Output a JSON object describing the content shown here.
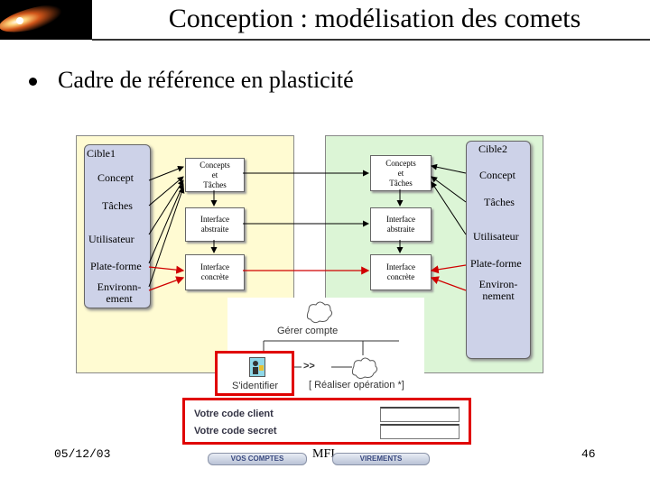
{
  "slide": {
    "title": "Conception : modélisation des comets",
    "bullet": "Cadre de référence en plasticité"
  },
  "left": {
    "heading": "Cible1",
    "items": [
      "Concept",
      "Tâches",
      "Utilisateur",
      "Plate-forme",
      "Environn-\nement"
    ],
    "boxes": [
      "Concepts\net\nTâches",
      "Interface\nabstraite",
      "Interface\nconcrète"
    ]
  },
  "right": {
    "heading": "Cible2",
    "items": [
      "Concept",
      "Tâches",
      "Utilisateur",
      "Plate-forme",
      "Environ-\nnement"
    ],
    "boxes": [
      "Concepts\net\nTâches",
      "Interface\nabstraite",
      "Interface\nconcrète"
    ]
  },
  "diagram": {
    "task_root": "Gérer compte",
    "operator": ">>",
    "task_left": "S'identifier",
    "task_right": "[ Réaliser opération  *]"
  },
  "form": {
    "field1_label": "Votre code client",
    "field2_label": "Votre code secret"
  },
  "nav": {
    "btn1": "VOS COMPTES",
    "btn2": "VIREMENTS"
  },
  "footer": {
    "date": "05/12/03",
    "center": "MFI",
    "page": "46"
  },
  "colors": {
    "panel_left": "#fffbd2",
    "panel_right": "#dcf5d6",
    "column": "#cdd2e8",
    "highlight": "#e00000"
  }
}
